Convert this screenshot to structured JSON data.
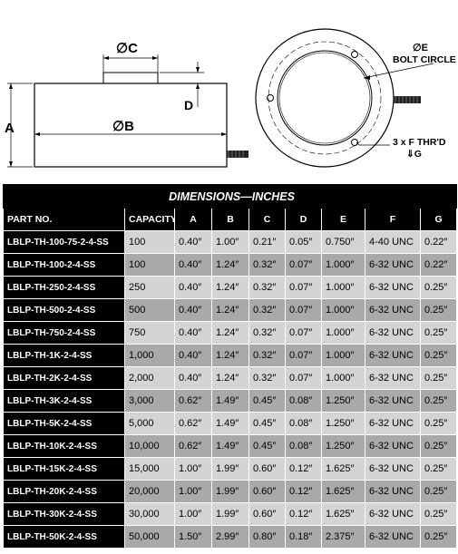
{
  "drawing": {
    "labels": {
      "dim_c": "∅C",
      "dim_a": "A",
      "dim_b": "∅B",
      "dim_d": "D",
      "dim_e": "∅E",
      "bolt_circle": "BOLT CIRCLE",
      "thread": "3 x F THR'D",
      "depth_g": "⇓G"
    }
  },
  "table": {
    "title": "DIMENSIONS—INCHES",
    "headers": [
      "PART NO.",
      "CAPACITY",
      "A",
      "B",
      "C",
      "D",
      "E",
      "F",
      "G"
    ],
    "rows": [
      [
        "LBLP-TH-100-75-2-4-SS",
        "100",
        "0.40″",
        "1.00″",
        "0.21″",
        "0.05″",
        "0.750″",
        "4-40 UNC",
        "0.22″"
      ],
      [
        "LBLP-TH-100-2-4-SS",
        "100",
        "0.40″",
        "1.24″",
        "0.32″",
        "0.07″",
        "1.000″",
        "6-32 UNC",
        "0.22″"
      ],
      [
        "LBLP-TH-250-2-4-SS",
        "250",
        "0.40″",
        "1.24″",
        "0.32″",
        "0.07″",
        "1.000″",
        "6-32 UNC",
        "0.25″"
      ],
      [
        "LBLP-TH-500-2-4-SS",
        "500",
        "0.40″",
        "1.24″",
        "0.32″",
        "0.07″",
        "1.000″",
        "6-32 UNC",
        "0.25″"
      ],
      [
        "LBLP-TH-750-2-4-SS",
        "750",
        "0.40″",
        "1.24″",
        "0.32″",
        "0.07″",
        "1.000″",
        "6-32 UNC",
        "0.25″"
      ],
      [
        "LBLP-TH-1K-2-4-SS",
        "1,000",
        "0.40″",
        "1.24″",
        "0.32″",
        "0.07″",
        "1.000″",
        "6-32 UNC",
        "0.25″"
      ],
      [
        "LBLP-TH-2K-2-4-SS",
        "2,000",
        "0.40″",
        "1.24″",
        "0.32″",
        "0.07″",
        "1.000″",
        "6-32 UNC",
        "0.25″"
      ],
      [
        "LBLP-TH-3K-2-4-SS",
        "3,000",
        "0.62″",
        "1.49″",
        "0.45″",
        "0.08″",
        "1.250″",
        "6-32 UNC",
        "0.25″"
      ],
      [
        "LBLP-TH-5K-2-4-SS",
        "5,000",
        "0.62″",
        "1.49″",
        "0.45″",
        "0.08″",
        "1.250″",
        "6-32 UNC",
        "0.25″"
      ],
      [
        "LBLP-TH-10K-2-4-SS",
        "10,000",
        "0.62″",
        "1.49″",
        "0.45″",
        "0.08″",
        "1.250″",
        "6-32 UNC",
        "0.25″"
      ],
      [
        "LBLP-TH-15K-2-4-SS",
        "15,000",
        "1.00″",
        "1.99″",
        "0.60″",
        "0.12″",
        "1.625″",
        "6-32 UNC",
        "0.25″"
      ],
      [
        "LBLP-TH-20K-2-4-SS",
        "20,000",
        "1.00″",
        "1.99″",
        "0.60″",
        "0.12″",
        "1.625″",
        "6-32 UNC",
        "0.25″"
      ],
      [
        "LBLP-TH-30K-2-4-SS",
        "30,000",
        "1.00″",
        "1.99″",
        "0.60″",
        "0.12″",
        "1.625″",
        "6-32 UNC",
        "0.25″"
      ],
      [
        "LBLP-TH-50K-2-4-SS",
        "50,000",
        "1.50″",
        "2.99″",
        "0.80″",
        "0.18″",
        "2.375″",
        "6-32 UNC",
        "0.25″"
      ]
    ]
  }
}
